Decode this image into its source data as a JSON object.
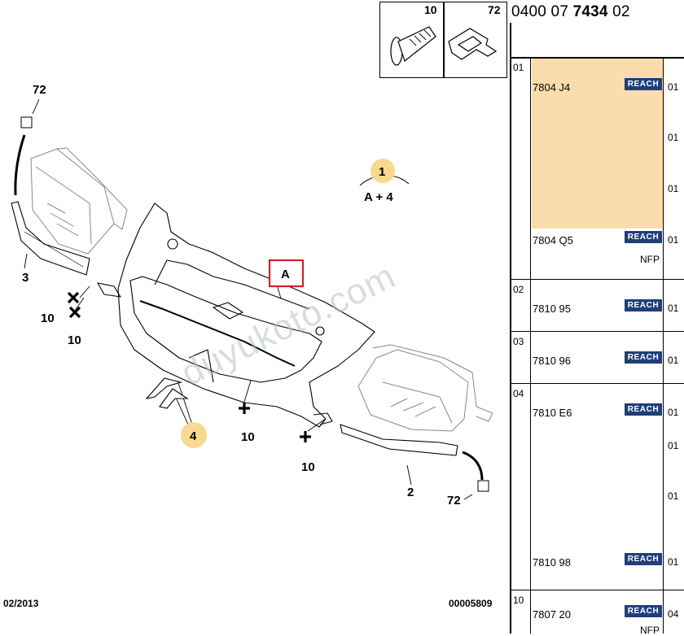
{
  "reference": {
    "prefix": "0400 07 ",
    "bold": "7434",
    "suffix": " 02"
  },
  "inset": {
    "left_num": "10",
    "right_num": "72"
  },
  "diagram": {
    "callouts": {
      "c72_top": "72",
      "c3": "3",
      "c10_a": "10",
      "c10_b": "10",
      "c10_c": "10",
      "c10_d": "10",
      "c2": "2",
      "c72_bottom": "72",
      "cA": "A",
      "c1_formula": "A + 4"
    },
    "circle_labels": {
      "one": "1",
      "four": "4"
    },
    "watermark": "duyukoto.com",
    "date": "02/2013",
    "code": "00005809"
  },
  "table": {
    "badge": "REACH",
    "rows": [
      {
        "index": "01",
        "parts": [
          {
            "no": "7804 J4",
            "qty": [
              "01",
              "01",
              "01"
            ],
            "badge": true,
            "highlight": true
          },
          {
            "no": "7804 Q5",
            "qty": [
              "01"
            ],
            "badge": true,
            "note": "NFP"
          }
        ]
      },
      {
        "index": "02",
        "parts": [
          {
            "no": "7810 95",
            "qty": [
              "01"
            ],
            "badge": true
          }
        ]
      },
      {
        "index": "03",
        "parts": [
          {
            "no": "7810 96",
            "qty": [
              "01"
            ],
            "badge": true
          }
        ]
      },
      {
        "index": "04",
        "parts": [
          {
            "no": "7810 E6",
            "qty": [
              "01",
              "01",
              "01"
            ],
            "badge": true
          },
          {
            "no": "7810 98",
            "qty": [
              "01"
            ],
            "badge": true
          }
        ]
      },
      {
        "index": "10",
        "parts": [
          {
            "no": "7807 20",
            "qty": [
              "04"
            ],
            "badge": true,
            "note": "NFP"
          }
        ]
      }
    ]
  },
  "colors": {
    "highlight": "#fbdcad",
    "badge": "#1f3f7a",
    "callout_circle": "#f7d990",
    "callout_box": "#d4202a"
  }
}
